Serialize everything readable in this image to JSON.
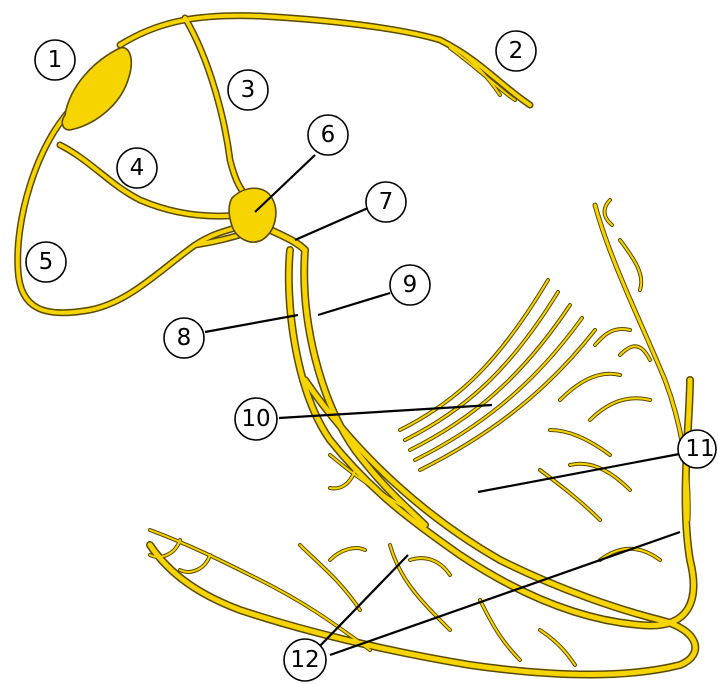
{
  "colors": {
    "nerve_fill": "#f5d400",
    "nerve_outline": "#5a4a00",
    "label_stroke": "#000000",
    "background": "#ffffff"
  },
  "labels": {
    "l1": "1",
    "l2": "2",
    "l3": "3",
    "l4": "4",
    "l5": "5",
    "l6": "6",
    "l7": "7",
    "l8": "8",
    "l9": "9",
    "l10": "10",
    "l11": "11",
    "l12": "12"
  }
}
